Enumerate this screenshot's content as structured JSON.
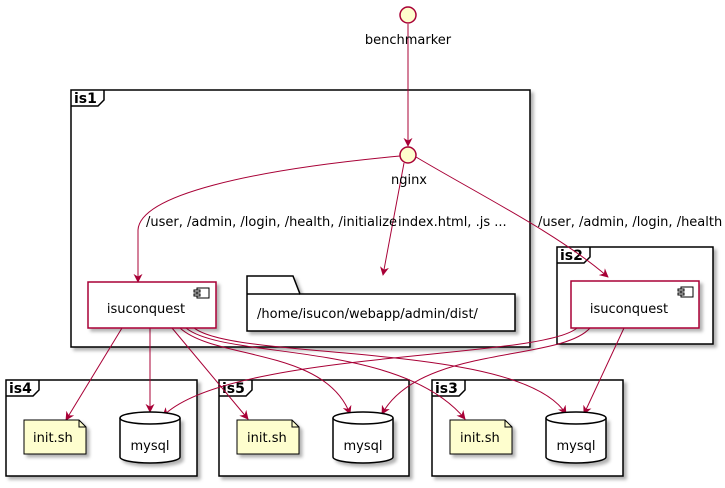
{
  "nodes": {
    "benchmarker": "benchmarker",
    "nginx": "nginx",
    "is1_app": "isuconquest",
    "is2_app": "isuconquest",
    "folder": "/home/isucon/webapp/admin/dist/",
    "is4_init": "init.sh",
    "is4_db": "mysql",
    "is5_init": "init.sh",
    "is5_db": "mysql",
    "is3_init": "init.sh",
    "is3_db": "mysql"
  },
  "frames": {
    "is1": "is1",
    "is2": "is2",
    "is3": "is3",
    "is4": "is4",
    "is5": "is5"
  },
  "edge_labels": {
    "nginx_to_is1": "/user, /admin, /login, /health, /initialize",
    "nginx_to_folder": "index.html, .js ...",
    "nginx_to_is2": "/user, /admin, /login, /health"
  },
  "colors": {
    "edge": "#A80036",
    "note_fill": "#FBFB77",
    "node_fill": "#FEFECE",
    "component_border": "#A80036"
  }
}
